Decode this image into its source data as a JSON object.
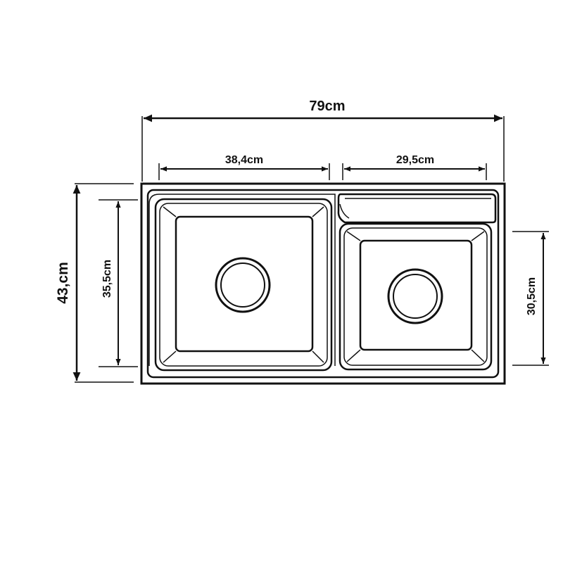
{
  "dimensions": {
    "overall_width": "79cm",
    "left_bowl_width": "38,4cm",
    "right_bowl_width": "29,5cm",
    "overall_depth": "43,cm",
    "left_bowl_depth": "35,5cm",
    "right_bowl_depth": "30,5cm"
  },
  "colors": {
    "ink": "#111111",
    "background": "#ffffff"
  }
}
